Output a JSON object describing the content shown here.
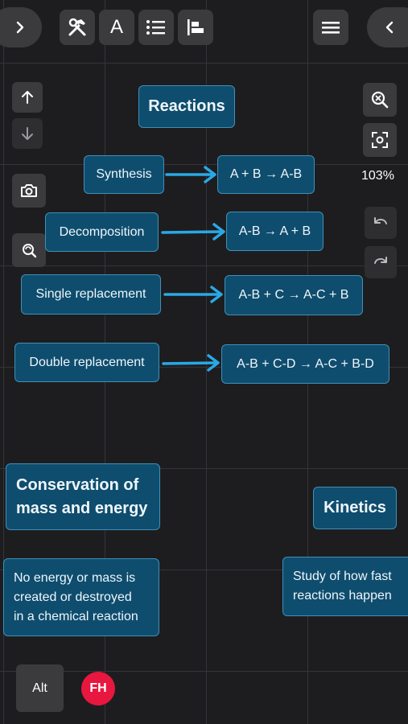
{
  "toolbar": {
    "expand_icon": "chevron-right-icon",
    "text_tool_label": "A",
    "collapse_icon": "chevron-left-icon"
  },
  "side_controls": {
    "zoom_level": "103%"
  },
  "canvas": {
    "title": "Reactions",
    "reactions": [
      {
        "name": "Synthesis",
        "formula": "A + B → A-B"
      },
      {
        "name": "Decomposition",
        "formula": "A-B → A + B"
      },
      {
        "name": "Single replacement",
        "formula": "A-B + C → A-C + B"
      },
      {
        "name": "Double replacement",
        "formula": "A-B + C-D → A-C + B-D"
      }
    ],
    "conservation": {
      "title_line1": "Conservation of",
      "title_line2": "mass and energy",
      "desc_line1": "No energy or mass is",
      "desc_line2": "created or destroyed",
      "desc_line3": "in a chemical reaction"
    },
    "kinetics": {
      "title": "Kinetics",
      "desc_line1": "Study of how fast",
      "desc_line2": "reactions happen"
    }
  },
  "bottom": {
    "alt_label": "Alt",
    "avatar_initials": "FH"
  },
  "colors": {
    "node_fill": "#0f4d6e",
    "node_border": "#3f8fb8",
    "arrow": "#29a8e6",
    "avatar": "#e8173f"
  }
}
